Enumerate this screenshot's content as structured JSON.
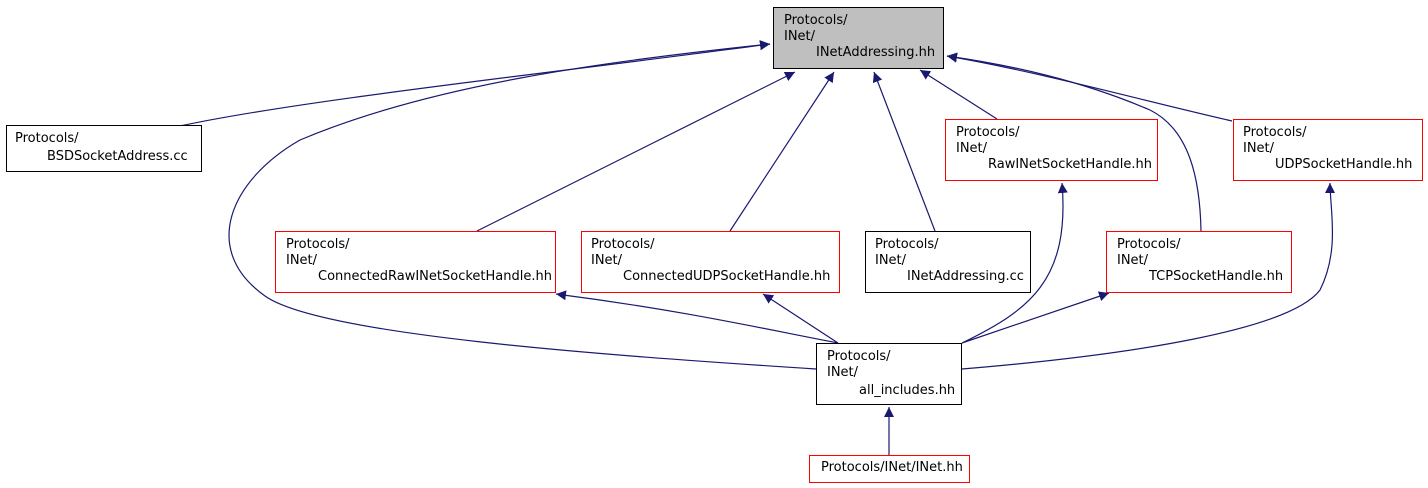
{
  "colors": {
    "edge": "#191970",
    "focus_fill": "#bfbfbf",
    "focus_border": "#000000",
    "default_border": "#000000",
    "truncated_border": "#ff0000"
  },
  "nodes": {
    "inet_addressing_hh": {
      "lines": [
        "Protocols/",
        "INet/",
        "INetAddressing.hh"
      ],
      "focus": true,
      "truncated": false
    },
    "bsd_socket_address_cc": {
      "lines": [
        "Protocols/",
        "BSDSocketAddress.cc"
      ],
      "focus": false,
      "truncated": false
    },
    "raw_inet_socket_handle_hh": {
      "lines": [
        "Protocols/",
        "INet/",
        "RawINetSocketHandle.hh"
      ],
      "focus": false,
      "truncated": true
    },
    "udp_socket_handle_hh": {
      "lines": [
        "Protocols/",
        "INet/",
        "UDPSocketHandle.hh"
      ],
      "focus": false,
      "truncated": true
    },
    "connected_raw_inet_socket_handle_hh": {
      "lines": [
        "Protocols/",
        "INet/",
        "ConnectedRawINetSocketHandle.hh"
      ],
      "focus": false,
      "truncated": true
    },
    "connected_udp_socket_handle_hh": {
      "lines": [
        "Protocols/",
        "INet/",
        "ConnectedUDPSocketHandle.hh"
      ],
      "focus": false,
      "truncated": true
    },
    "inet_addressing_cc": {
      "lines": [
        "Protocols/",
        "INet/",
        "INetAddressing.cc"
      ],
      "focus": false,
      "truncated": false
    },
    "tcp_socket_handle_hh": {
      "lines": [
        "Protocols/",
        "INet/",
        "TCPSocketHandle.hh"
      ],
      "focus": false,
      "truncated": true
    },
    "all_includes_hh": {
      "lines": [
        "Protocols/",
        "INet/",
        "all_includes.hh"
      ],
      "focus": false,
      "truncated": false
    },
    "inet_hh": {
      "lines": [
        "Protocols/INet/INet.hh"
      ],
      "focus": false,
      "truncated": true
    }
  },
  "edges": [
    {
      "from": "bsd_socket_address_cc",
      "to": "inet_addressing_hh"
    },
    {
      "from": "all_includes_hh",
      "to": "inet_addressing_hh"
    },
    {
      "from": "connected_raw_inet_socket_handle_hh",
      "to": "inet_addressing_hh"
    },
    {
      "from": "connected_udp_socket_handle_hh",
      "to": "inet_addressing_hh"
    },
    {
      "from": "inet_addressing_cc",
      "to": "inet_addressing_hh"
    },
    {
      "from": "raw_inet_socket_handle_hh",
      "to": "inet_addressing_hh"
    },
    {
      "from": "tcp_socket_handle_hh",
      "to": "inet_addressing_hh"
    },
    {
      "from": "udp_socket_handle_hh",
      "to": "inet_addressing_hh"
    },
    {
      "from": "all_includes_hh",
      "to": "connected_raw_inet_socket_handle_hh"
    },
    {
      "from": "all_includes_hh",
      "to": "connected_udp_socket_handle_hh"
    },
    {
      "from": "all_includes_hh",
      "to": "raw_inet_socket_handle_hh"
    },
    {
      "from": "all_includes_hh",
      "to": "tcp_socket_handle_hh"
    },
    {
      "from": "all_includes_hh",
      "to": "udp_socket_handle_hh"
    },
    {
      "from": "inet_hh",
      "to": "all_includes_hh"
    }
  ]
}
